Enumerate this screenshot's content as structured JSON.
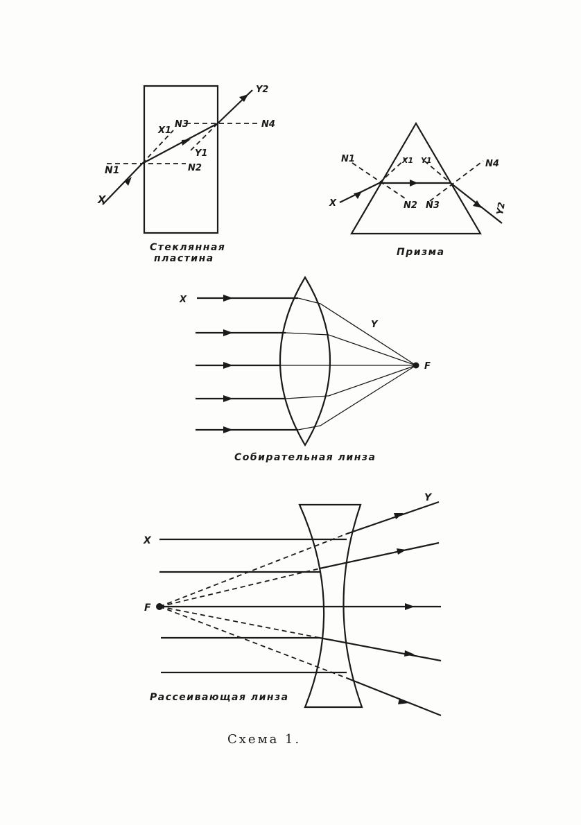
{
  "plate": {
    "labels": {
      "x": "X",
      "n1": "N1",
      "x1": "X1",
      "n2": "N2",
      "y1": "Y1",
      "n3": "N3",
      "n4": "N4",
      "y2": "Y2"
    },
    "caption_line1": "Стеклянная",
    "caption_line2": "пластина"
  },
  "prism": {
    "labels": {
      "x": "X",
      "n1": "N1",
      "x1": "X1",
      "y1": "Y1",
      "n2": "N2",
      "n3": "N3",
      "n4": "N4",
      "y2": "Y2"
    },
    "caption": "Призма"
  },
  "converging_lens": {
    "labels": {
      "x": "X",
      "y": "Y",
      "f": "F"
    },
    "caption": "Собирательная линза"
  },
  "diverging_lens": {
    "labels": {
      "x": "X",
      "y": "Y",
      "f": "F"
    },
    "caption": "Рассеивающая линза"
  },
  "scheme_caption": "Схема 1."
}
